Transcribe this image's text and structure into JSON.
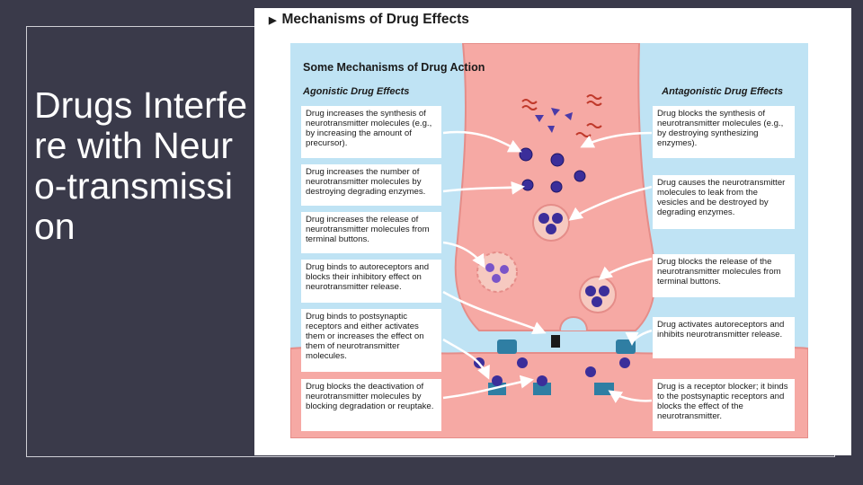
{
  "slide": {
    "title": "Drugs Interfere with Neuro-transmission"
  },
  "figure": {
    "header": "Mechanisms of Drug Effects",
    "panel_title": "Some Mechanisms of Drug Action",
    "agonistic_heading": "Agonistic Drug Effects",
    "antagonistic_heading": "Antagonistic Drug Effects",
    "agonistic": [
      "Drug increases the synthesis of neurotransmitter molecules (e.g., by increasing the amount of precursor).",
      "Drug increases the number of neurotransmitter molecules by destroying degrading enzymes.",
      "Drug increases the release of neurotransmitter molecules from terminal buttons.",
      "Drug binds to autoreceptors and blocks their inhibitory effect on neurotransmitter release.",
      "Drug binds to postsynaptic receptors and either activates them or increases the effect on them of neurotransmitter molecules.",
      "Drug blocks the deactivation of neurotransmitter molecules by blocking degradation or reuptake."
    ],
    "antagonistic": [
      "Drug blocks the synthesis of neurotransmitter molecules (e.g., by destroying synthesizing enzymes).",
      "Drug causes the neurotransmitter molecules to leak from the vesicles and be destroyed by degrading enzymes.",
      "Drug blocks the release of the neurotransmitter molecules from terminal buttons.",
      "Drug activates autoreceptors and inhibits neurotransmitter release.",
      "Drug is a receptor blocker; it binds to the postsynaptic receptors and blocks the effect of the neurotransmitter."
    ]
  },
  "colors": {
    "background": "#3a3a4a",
    "panel": "#bfe3f4",
    "neuron": "#f6a9a4",
    "molecule": "#3b2e9a",
    "receptor": "#2f7ea3",
    "enzyme": "#c0392b"
  }
}
